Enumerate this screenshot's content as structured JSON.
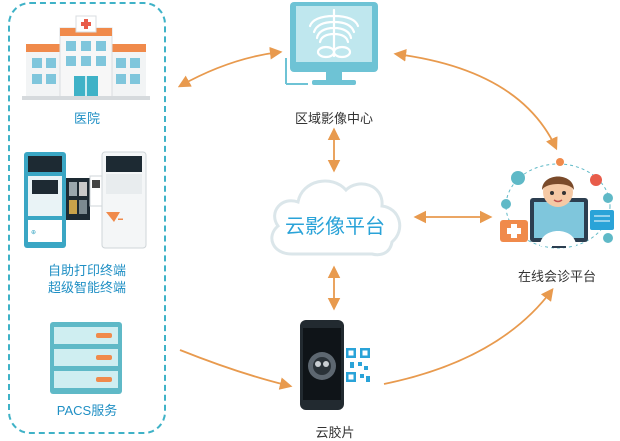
{
  "left_group": {
    "hospital_label": "医院",
    "kiosk_label_line1": "自助打印终端",
    "kiosk_label_line2": "超级智能终端",
    "pacs_label": "PACS服务"
  },
  "center": {
    "imaging_center_label": "区域影像中心",
    "cloud_label": "云影像平台",
    "cloud_film_label": "云胶片"
  },
  "right": {
    "consultation_label": "在线会诊平台"
  },
  "colors": {
    "accent_orange": "#e89a4e",
    "panel_border": "#3fb2c7",
    "label_blue": "#1f8fc4",
    "cloud_text": "#2aa3d8"
  }
}
